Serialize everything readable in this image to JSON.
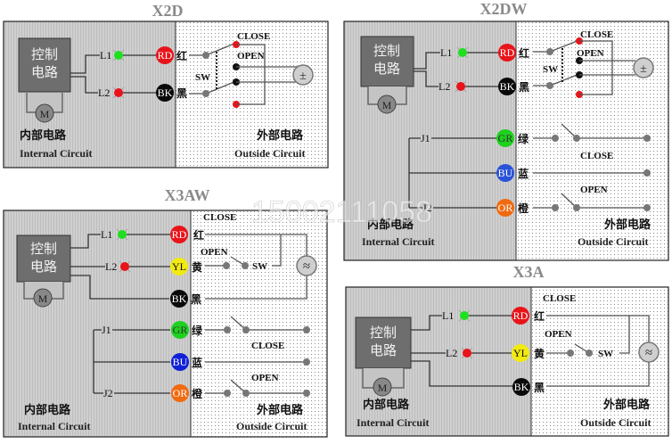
{
  "panels": {
    "x2d": {
      "title": "X2D",
      "controller": [
        "控制",
        "电路"
      ],
      "motor": "M",
      "lamps": [
        "L1",
        "L2"
      ],
      "wires": [
        {
          "code": "RD",
          "cn": "红",
          "color": "#e8141a"
        },
        {
          "code": "BK",
          "cn": "黑",
          "color": "#0a0a0a"
        }
      ],
      "switch_label": "SW",
      "close_label": "CLOSE",
      "open_label": "OPEN",
      "source_symbol": "±",
      "internal_cn": "内部电路",
      "internal_en": "Internal Circuit",
      "outside_cn": "外部电路",
      "outside_en": "Outside Circuit"
    },
    "x2dw": {
      "title": "X2DW",
      "controller": [
        "控制",
        "电路"
      ],
      "motor": "M",
      "lamps": [
        "L1",
        "L2"
      ],
      "wires": [
        {
          "code": "RD",
          "cn": "红",
          "color": "#e8141a"
        },
        {
          "code": "BK",
          "cn": "黑",
          "color": "#0a0a0a"
        }
      ],
      "limit_wires": [
        {
          "code": "GR",
          "cn": "绿",
          "color": "#1ed11e"
        },
        {
          "code": "BU",
          "cn": "蓝",
          "color": "#2a52d8"
        },
        {
          "code": "OR",
          "cn": "橙",
          "color": "#f06a10"
        }
      ],
      "junctions": [
        "J1",
        "J2"
      ],
      "switch_label": "SW",
      "close_label": "CLOSE",
      "open_label": "OPEN",
      "limit_close_label": "CLOSE",
      "limit_open_label": "OPEN",
      "source_symbol": "±",
      "internal_cn": "内部电路",
      "internal_en": "Internal Circuit",
      "outside_cn": "外部电路",
      "outside_en": "Outside Circuit"
    },
    "x3aw": {
      "title": "X3AW",
      "controller": [
        "控制",
        "电路"
      ],
      "motor": "M",
      "lamps": [
        "L1",
        "L2"
      ],
      "wires": [
        {
          "code": "RD",
          "cn": "红",
          "color": "#e8141a"
        },
        {
          "code": "YL",
          "cn": "黄",
          "color": "#f2ea10"
        },
        {
          "code": "BK",
          "cn": "黑",
          "color": "#0a0a0a"
        }
      ],
      "limit_wires": [
        {
          "code": "GR",
          "cn": "绿",
          "color": "#1ed11e"
        },
        {
          "code": "BU",
          "cn": "蓝",
          "color": "#1020d8"
        },
        {
          "code": "OR",
          "cn": "橙",
          "color": "#f06a10"
        }
      ],
      "junctions": [
        "J1",
        "J2"
      ],
      "switch_label": "SW",
      "close_label": "CLOSE",
      "open_label": "OPEN",
      "limit_close_label": "CLOSE",
      "limit_open_label": "OPEN",
      "source_symbol": "≈",
      "internal_cn": "内部电路",
      "internal_en": "Internal Circuit",
      "outside_cn": "外部电路",
      "outside_en": "Outside Circuit"
    },
    "x3a": {
      "title": "X3A",
      "controller": [
        "控制",
        "电路"
      ],
      "motor": "M",
      "lamps": [
        "L1",
        "L2"
      ],
      "wires": [
        {
          "code": "RD",
          "cn": "红",
          "color": "#e8141a"
        },
        {
          "code": "YL",
          "cn": "黄",
          "color": "#f2ea10"
        },
        {
          "code": "BK",
          "cn": "黑",
          "color": "#0a0a0a"
        }
      ],
      "switch_label": "SW",
      "close_label": "CLOSE",
      "open_label": "OPEN",
      "source_symbol": "≈",
      "internal_cn": "内部电路",
      "internal_en": "Internal Circuit",
      "outside_cn": "外部电路",
      "outside_en": "Outside Circuit"
    }
  },
  "watermark": "15002111058",
  "colors": {
    "lamp_on": "#1ee01e",
    "lamp_off": "#e8141a",
    "terminal_red": "#e8141a",
    "terminal_black": "#111111",
    "terminal_grey": "#777777"
  }
}
